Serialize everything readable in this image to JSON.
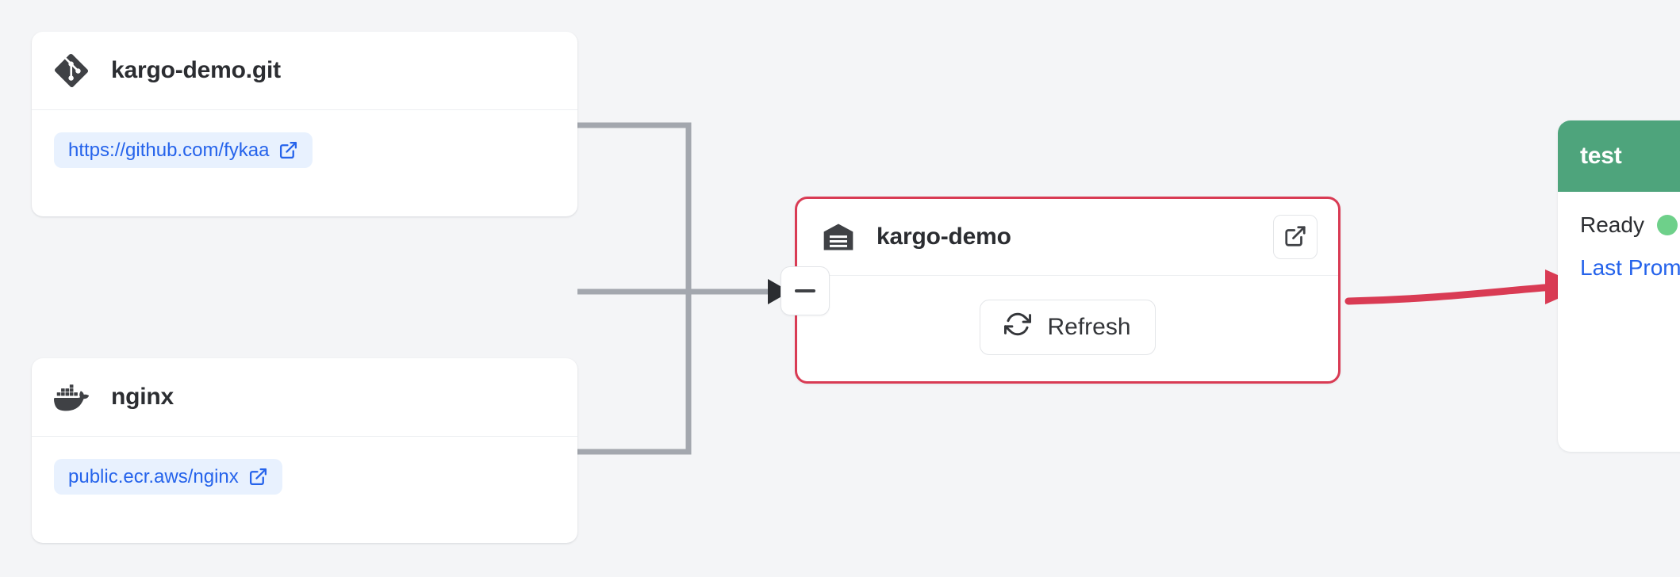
{
  "canvas": {
    "background_color": "#f4f5f7"
  },
  "subscriptions": [
    {
      "id": "git-repo",
      "icon": "git-icon",
      "title": "kargo-demo.git",
      "url_label": "https://github.com/fykaa",
      "url_icon": "external-link-icon"
    },
    {
      "id": "image-repo",
      "icon": "docker-icon",
      "title": "nginx",
      "url_label": "public.ecr.aws/nginx",
      "url_icon": "external-link-icon"
    }
  ],
  "warehouse": {
    "icon": "warehouse-icon",
    "title": "kargo-demo",
    "external_link_icon": "external-link-icon",
    "refresh_label": "Refresh",
    "refresh_icon": "refresh-icon",
    "collapse_icon": "minus-icon",
    "border_color": "#d93b54"
  },
  "stage": {
    "name": "test",
    "header_color": "#4ea47c",
    "status_label": "Ready",
    "status_color": "#6ed08a",
    "last_promotion_label": "Last Prom"
  },
  "edges": {
    "subscription_edge_color": "#a3a7ae",
    "promotion_edge_color": "#d93b54"
  }
}
